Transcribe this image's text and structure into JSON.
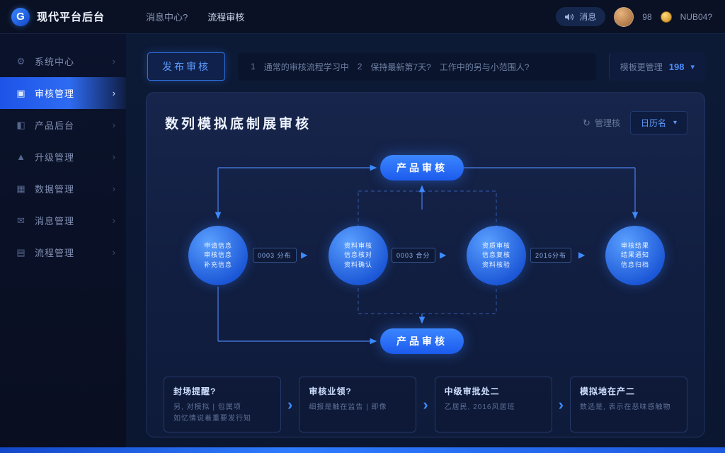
{
  "theme": {
    "accent": "#2e7bff",
    "background": "#0c1830",
    "panel": "#111e40",
    "header": "#0a1124"
  },
  "app": {
    "title": "现代平台后台",
    "logo": "G"
  },
  "header": {
    "breadcrumbs": [
      {
        "label": "消息中心?"
      },
      {
        "label": "流程审核"
      }
    ],
    "message_button": {
      "label": "消息"
    },
    "stat": "98",
    "user": {
      "name": "NUB04?"
    }
  },
  "sidebar": {
    "items": [
      {
        "icon": "⚙",
        "label": "系统中心"
      },
      {
        "icon": "▣",
        "label": "审核管理"
      },
      {
        "icon": "◧",
        "label": "产品后台"
      },
      {
        "icon": "▲",
        "label": "升级管理"
      },
      {
        "icon": "▦",
        "label": "数据管理"
      },
      {
        "icon": "✉",
        "label": "消息管理"
      },
      {
        "icon": "▤",
        "label": "流程管理"
      }
    ]
  },
  "toolbar": {
    "publish_button": "发布审核",
    "notices": [
      {
        "num": "1",
        "text": "通常的审核流程学习中"
      },
      {
        "num": "2",
        "text": "保持最新第7天?"
      },
      {
        "num": "",
        "text": "工作中的另与小范围人?"
      }
    ],
    "template_pill": {
      "label": "模板更管理",
      "count": "198"
    }
  },
  "panel": {
    "title": "数列模拟底制展审核",
    "refresh_label": "管理核",
    "filter_dropdown": "日历名"
  },
  "flow": {
    "top_pill": "产品审核",
    "bottom_pill": "产品审核",
    "circles": [
      {
        "lines": [
          "申请信息",
          "审核信息",
          "补充信息"
        ]
      },
      {
        "lines": [
          "资料审核",
          "信息核对",
          "资料确认"
        ]
      },
      {
        "lines": [
          "资质审核",
          "信息复核",
          "资料核验"
        ]
      },
      {
        "lines": [
          "审核结果",
          "结果通知",
          "信息归档"
        ]
      }
    ],
    "edges": [
      {
        "label": "0003 分布"
      },
      {
        "label": "0003 合分"
      },
      {
        "label": "2016分布"
      }
    ]
  },
  "steps": {
    "items": [
      {
        "title": "封场提醒?",
        "line1": "另, 对模拟 | 包属项",
        "line2": "如忆情说着重要发行知"
      },
      {
        "title": "审核业领?",
        "line1": "细报是触在监告 | 即像",
        "line2": ""
      },
      {
        "title": "中级审批处二",
        "line1": "乙居民, 2016风居班",
        "line2": ""
      },
      {
        "title": "模拟地在产二",
        "line1": "数选是, 表示在恶味感触物",
        "line2": ""
      }
    ]
  },
  "icons": {
    "chevron_right": "›",
    "chevron_down": "▾",
    "refresh": "↻",
    "edge_arrow": "▶"
  }
}
